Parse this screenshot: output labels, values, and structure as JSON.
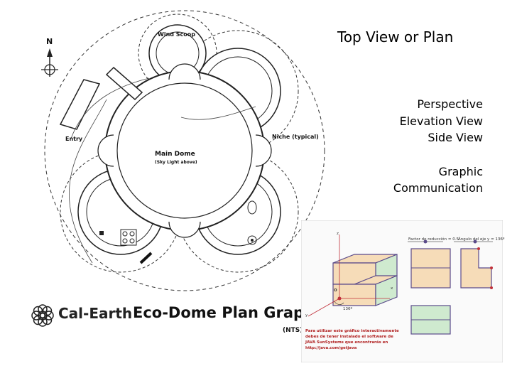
{
  "slide": {
    "title": "Top View or Plan",
    "side_list": [
      "Perspective",
      "Elevation View",
      "Side View"
    ],
    "side_list_2": [
      "Graphic",
      "Communication"
    ]
  },
  "plan": {
    "labels": {
      "north": "N",
      "wind_scoop": "Wind Scoop",
      "entry": "Entry",
      "niche": "Niche (typical)",
      "main_dome": "Main Dome",
      "sky_light": "(Sky Light above)"
    },
    "brand": "Cal-Earth",
    "title": "Eco-Dome Plan Graph",
    "nts": "(NTS)"
  },
  "inset": {
    "factor_label": "Factor de reducción = 0.5",
    "angle_label": "Ángulo del eje y = 136º",
    "axis_z": "z",
    "axis_x": "x",
    "axis_y": "y",
    "origin": "O",
    "angle": "136º",
    "note": [
      "Para utilizar este gráfico interactivamente",
      "debes de tener instalado el software de",
      "JAVA SunSystems que encontrarás en",
      "http://java.com/getjava"
    ]
  },
  "colors": {
    "ink": "#222222",
    "orange_fill": "#f6dcb8",
    "green_fill": "#cfeacf",
    "purple": "#5a4a8a",
    "point_red": "#c0303a",
    "note_red": "#b02020"
  }
}
